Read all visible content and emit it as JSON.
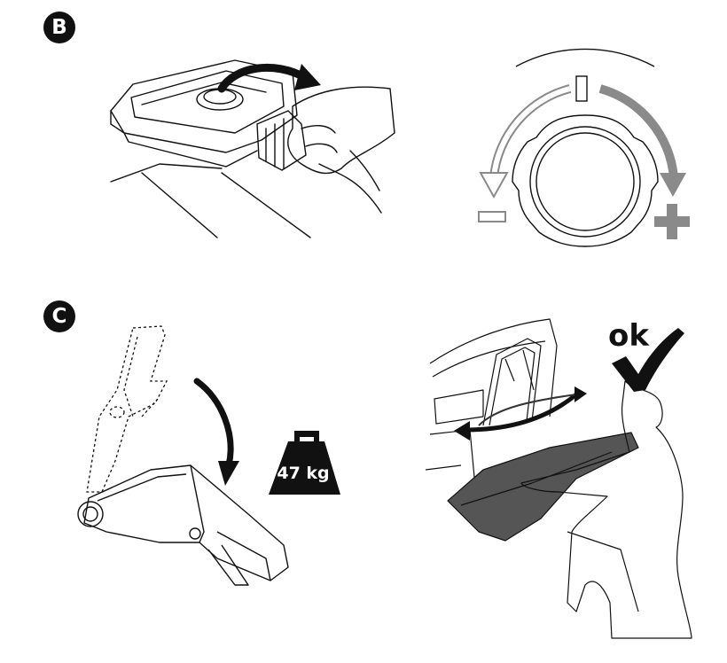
{
  "steps": {
    "b_label": "B",
    "c_label": "C"
  },
  "dial": {
    "minus_symbol": "−",
    "plus_symbol": "+"
  },
  "weight": {
    "label": "47 kg"
  },
  "check": {
    "label": "ok"
  },
  "icons": {
    "knob_hand": "hand-turning-knob-icon",
    "dial": "rotation-dial-icon",
    "arm": "folding-arm-icon",
    "weight": "weight-icon",
    "lift": "person-lifting-carrier-icon",
    "check": "checkmark-icon"
  },
  "colors": {
    "ink": "#111111",
    "grey_arrow": "#8a8a8a",
    "background": "#ffffff"
  }
}
